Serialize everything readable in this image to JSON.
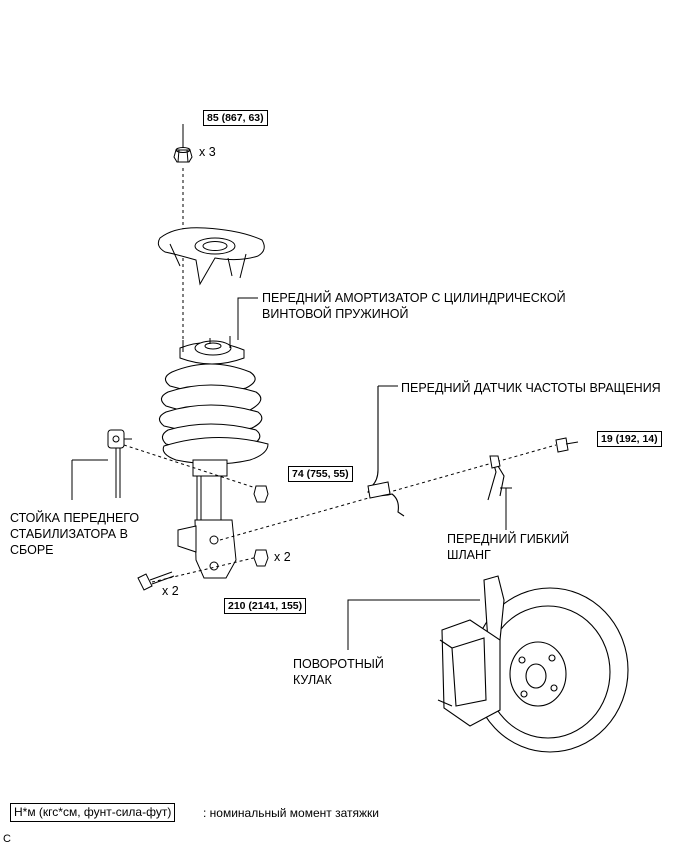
{
  "torque_labels": {
    "top_nut": "85 (867, 63)",
    "link_nut": "74 (755, 55)",
    "sensor_bolt": "19 (192, 14)",
    "knuckle_bolts": "210 (2141, 155)"
  },
  "quantities": {
    "top_nut": "x 3",
    "knuckle_nut": "x 2",
    "knuckle_bolt": "x 2"
  },
  "parts": {
    "strut": [
      "ПЕРЕДНИЙ АМОРТИЗАТОР С ЦИЛИНДРИЧЕСКОЙ",
      "ВИНТОВОЙ ПРУЖИНОЙ"
    ],
    "speed_sensor": [
      "ПЕРЕДНИЙ ДАТЧИК ЧАСТОТЫ ВРАЩЕНИЯ"
    ],
    "stabilizer_link": [
      "СТОЙКА ПЕРЕДНЕГО",
      "СТАБИЛИЗАТОРА В",
      "СБОРЕ"
    ],
    "flexible_hose": [
      "ПЕРЕДНИЙ ГИБКИЙ",
      "ШЛАНГ"
    ],
    "knuckle": [
      "ПОВОРОТНЫЙ",
      "КУЛАК"
    ]
  },
  "legend": {
    "unit": "Н*м (кгс*см, фунт-сила-фут)",
    "description": ": номинальный момент затяжки"
  },
  "corner_code": "C"
}
